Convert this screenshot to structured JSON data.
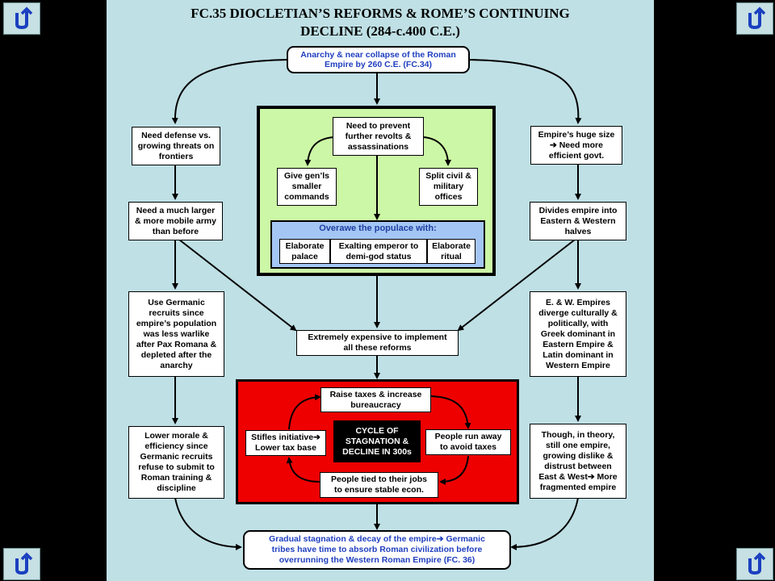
{
  "title": {
    "line1": "FC.35 DIOCLETIAN’S REFORMS & ROME’S CONTINUING",
    "line2": "DECLINE (284-c.400 C.E.)"
  },
  "nav": {
    "icon": "u-turn-back-icon",
    "accent": "#1a3fbf"
  },
  "top_box": "Anarchy & near collapse of the Roman\nEmpire by 260 C.E. (FC.34)",
  "left_column": {
    "b1": "Need defense vs.\ngrowing threats on\nfrontiers",
    "b2": "Need a much larger\n& more mobile army\nthan before",
    "b3": "Use Germanic\nrecruits since\nempire’s population\nwas less warlike\nafter Pax Romana &\ndepleted after the\nanarchy",
    "b4": "Lower morale &\nefficiency since\nGermanic recruits\nrefuse to submit to\nRoman training &\ndiscipline"
  },
  "right_column": {
    "b1": "Empire’s huge size\n➔ Need more\nefficient govt.",
    "b2": "Divides empire into\nEastern & Western\nhalves",
    "b3": "E. & W. Empires\ndiverge culturally &\npolitically,  with\nGreek dominant in\nEastern Empire &\nLatin dominant in\nWestern Empire",
    "b4": "Though, in theory,\nstill one empire,\ngrowing dislike &\ndistrust between\nEast & West➔ More\nfragmented empire"
  },
  "center": {
    "prevent": "Need to prevent\nfurther revolts &\nassassinations",
    "give_gens": "Give gen’ls\nsmaller\ncommands",
    "split": "Split civil &\nmilitary\noffices",
    "overawe_title": "Overawe the populace with:",
    "palace": "Elaborate\npalace",
    "exalting": "Exalting emperor to\ndemi-god status",
    "ritual": "Elaborate\nritual",
    "expensive": "Extremely expensive to implement\nall these reforms"
  },
  "cycle": {
    "label": "CYCLE OF\nSTAGNATION &\nDECLINE IN 300s",
    "raise": "Raise taxes & increase\nbureaucracy",
    "run_away": "People run away\nto avoid taxes",
    "tied": "People tied to their jobs\nto ensure stable econ.",
    "stifles": "Stifles initiative➔\nLower tax base"
  },
  "bottom_box": "Gradual stagnation & decay of the empire➔ Germanic\ntribes have time to absorb Roman civilization before\noverrunning the Western Roman Empire (FC. 36)",
  "colors": {
    "slide_bg": "#bfe0e5",
    "green_panel": "#ccf7a6",
    "blue_panel": "#a4c6f5",
    "red_panel": "#ee0000",
    "link_text": "#1f3fbf"
  }
}
